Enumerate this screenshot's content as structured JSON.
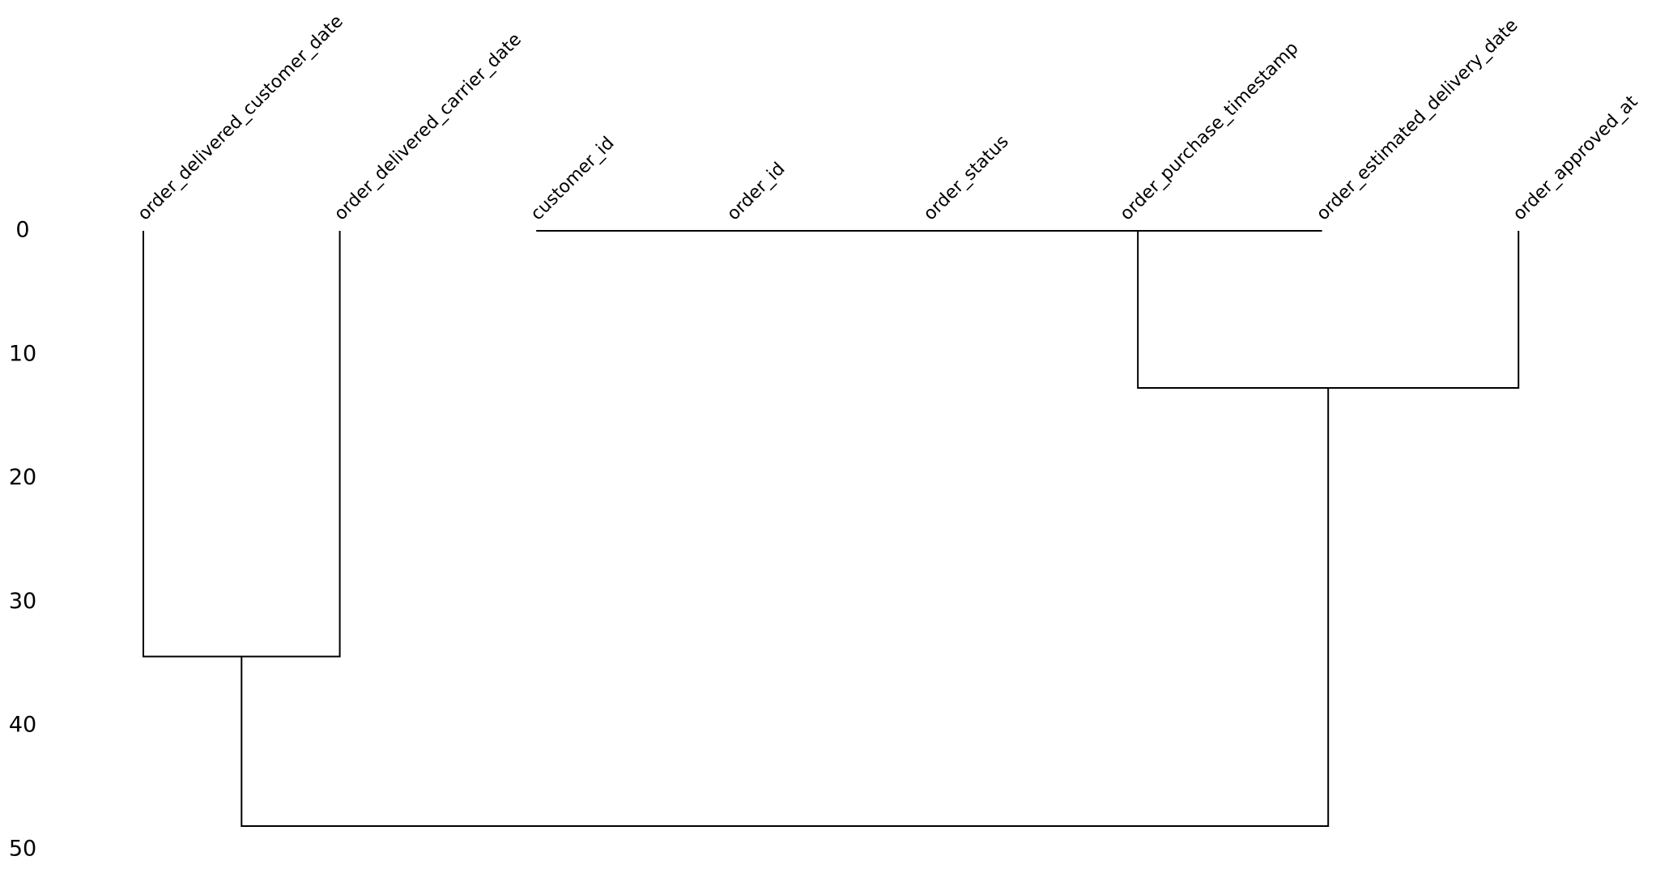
{
  "chart_data": {
    "type": "dendrogram",
    "title": "",
    "xlabel": "",
    "ylabel": "",
    "orientation": "top-down",
    "ylim": [
      0,
      50
    ],
    "y_ticks": [
      "0",
      "10",
      "20",
      "30",
      "40",
      "50"
    ],
    "leaves": [
      "order_delivered_customer_date",
      "order_delivered_carrier_date",
      "customer_id",
      "order_id",
      "order_status",
      "order_purchase_timestamp",
      "order_estimated_delivery_date",
      "order_approved_at"
    ],
    "merges": [
      {
        "left": [
          "customer_id"
        ],
        "right": [
          "order_id"
        ],
        "height": 0
      },
      {
        "left": [
          "customer_id",
          "order_id"
        ],
        "right": [
          "order_status"
        ],
        "height": 0
      },
      {
        "left": [
          "customer_id",
          "order_id",
          "order_status"
        ],
        "right": [
          "order_purchase_timestamp"
        ],
        "height": 0
      },
      {
        "left": [
          "customer_id",
          "order_id",
          "order_status",
          "order_purchase_timestamp"
        ],
        "right": [
          "order_estimated_delivery_date"
        ],
        "height": 0
      },
      {
        "left": [
          "customer_id",
          "order_id",
          "order_status",
          "order_purchase_timestamp",
          "order_estimated_delivery_date"
        ],
        "right": [
          "order_approved_at"
        ],
        "height": 12.7
      },
      {
        "left": [
          "order_delivered_customer_date"
        ],
        "right": [
          "order_delivered_carrier_date"
        ],
        "height": 34.4
      },
      {
        "left": [
          "order_delivered_customer_date",
          "order_delivered_carrier_date"
        ],
        "right": [
          "customer_id",
          "order_id",
          "order_status",
          "order_purchase_timestamp",
          "order_estimated_delivery_date",
          "order_approved_at"
        ],
        "height": 48.1
      }
    ],
    "grid": false,
    "legend": "none",
    "colors": {
      "line": "#000000",
      "text": "#000000",
      "background": "#ffffff"
    }
  }
}
